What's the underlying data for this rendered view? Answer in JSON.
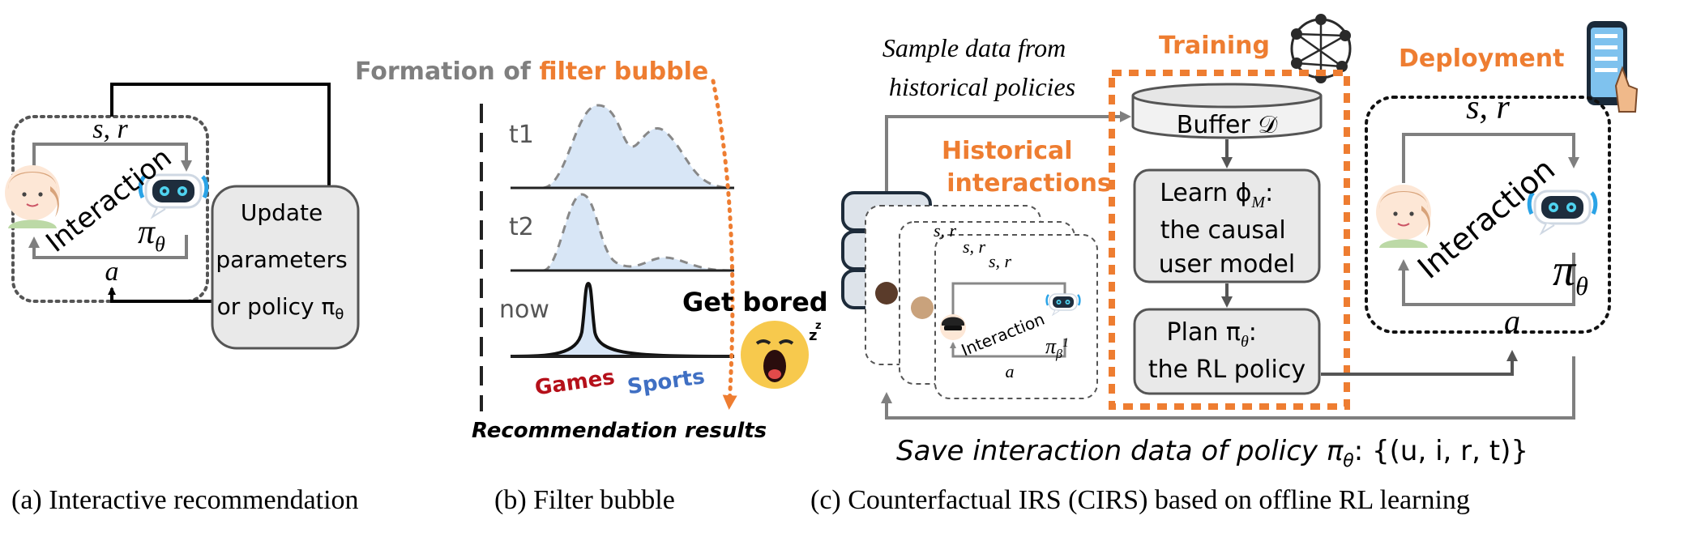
{
  "colors": {
    "accent_orange": "#ee7d31",
    "games_red": "#b5101a",
    "sports_blue": "#3f6fc3",
    "box_fill": "#e9e9e9",
    "curve_fill": "#d8e6f6",
    "face_yellow": "#f7c94d"
  },
  "panel_a": {
    "loop_top_label": "s, r",
    "loop_bottom_label": "a",
    "interaction_label": "Interaction",
    "policy_label": "π",
    "policy_sub": "θ",
    "update_box_lines": [
      "Update",
      "parameters",
      "or policy π"
    ],
    "update_box_sub": "θ",
    "caption": "(a) Interactive recommendation"
  },
  "panel_b": {
    "title_prefix": "Formation of ",
    "title_highlight": "filter bubble",
    "time_labels": [
      "t1",
      "t2",
      "now"
    ],
    "category_games": "Games",
    "category_sports": "Sports",
    "axis_label": "Recommendation results",
    "bored_label": "Get bored",
    "caption": "(b) Filter bubble"
  },
  "panel_c": {
    "sample_text_lines": [
      "Sample data from",
      "historical policies"
    ],
    "historical_lines": [
      "Historical",
      "interactions"
    ],
    "card_top_label": "s, r",
    "card_bottom_label": "a",
    "card_interaction": "Interaction",
    "card_policy": "π",
    "card_policy_sub": "β",
    "card_policy_sup": "1",
    "training_label": "Training",
    "buffer_label": "Buffer 𝒟",
    "learn_lines": [
      "Learn ϕ",
      "the causal",
      "user model"
    ],
    "learn_sub": "M",
    "plan_lines": [
      "Plan π",
      "the RL policy"
    ],
    "plan_sub": "θ",
    "deployment_label": "Deployment",
    "deploy_top_label": "s, r",
    "deploy_bottom_label": "a",
    "deploy_interaction": "Interaction",
    "deploy_policy": "π",
    "deploy_policy_sub": "θ",
    "save_prefix": "Save interaction data of policy π",
    "save_sub": "θ",
    "save_suffix": ": {(u, i, r, t)}",
    "caption": "(c) Counterfactual IRS (CIRS) based on offline RL learning"
  }
}
